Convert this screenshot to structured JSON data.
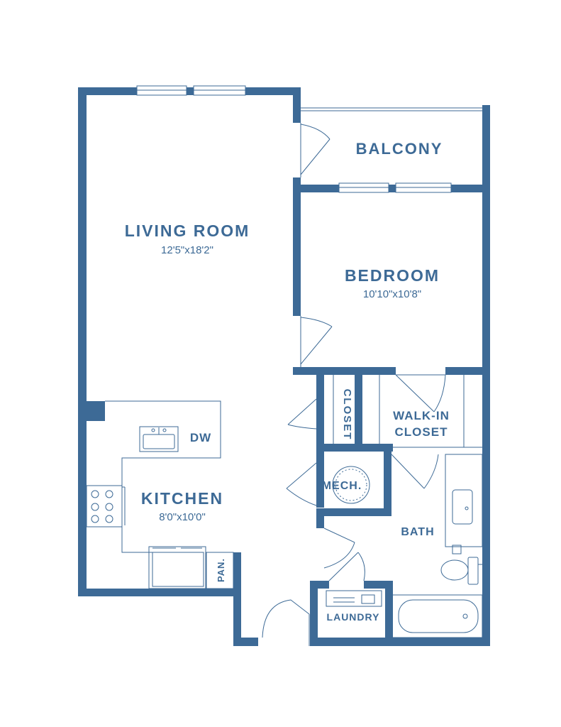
{
  "colors": {
    "wall": "#3d6a96",
    "background": "#ffffff"
  },
  "rooms": {
    "living": {
      "name": "LIVING ROOM",
      "size": "12'5\"x18'2\""
    },
    "bedroom": {
      "name": "BEDROOM",
      "size": "10'10\"x10'8\""
    },
    "kitchen": {
      "name": "KITCHEN",
      "size": "8'0\"x10'0\""
    },
    "balcony": {
      "name": "BALCONY"
    },
    "walkin": {
      "line1": "WALK-IN",
      "line2": "CLOSET"
    },
    "closet": {
      "name": "CLOSET"
    },
    "mech": {
      "name": "MECH."
    },
    "bath": {
      "name": "BATH"
    },
    "laundry": {
      "name": "LAUNDRY"
    },
    "pantry": {
      "name": "PAN."
    },
    "dishwasher": {
      "name": "DW"
    }
  }
}
